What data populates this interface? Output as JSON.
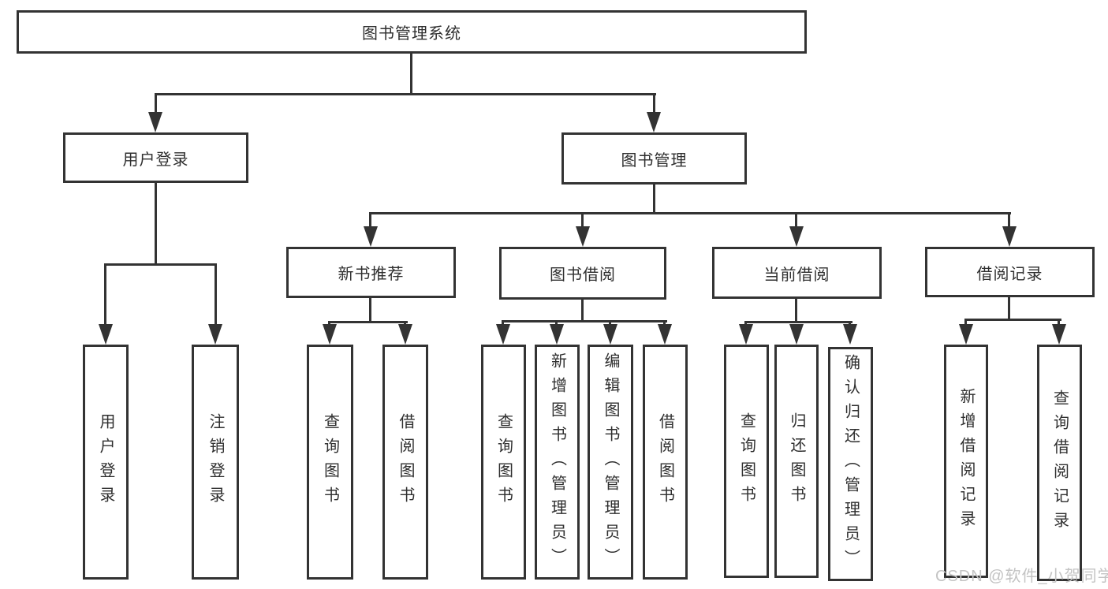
{
  "root": "图书管理系统",
  "branches": {
    "user_login": {
      "label": "用户登录",
      "children": [
        "用户登录",
        "注销登录"
      ]
    },
    "book_mgmt": {
      "label": "图书管理",
      "children": [
        {
          "label": "新书推荐",
          "children": [
            "查询图书",
            "借阅图书"
          ]
        },
        {
          "label": "图书借阅",
          "children": [
            "查询图书",
            "新增图书（管理员）",
            "编辑图书（管理员）",
            "借阅图书"
          ]
        },
        {
          "label": "当前借阅",
          "children": [
            "查询图书",
            "归还图书",
            "确认归还（管理员）"
          ]
        },
        {
          "label": "借阅记录",
          "children": [
            "新增借阅记录",
            "查询借阅记录"
          ]
        }
      ]
    }
  },
  "watermark": "CSDN @软件_小贺同学",
  "colors": {
    "line": "#333333",
    "text": "#2f2f2f",
    "background": "#ffffff",
    "watermark": "#c3c3c3"
  }
}
